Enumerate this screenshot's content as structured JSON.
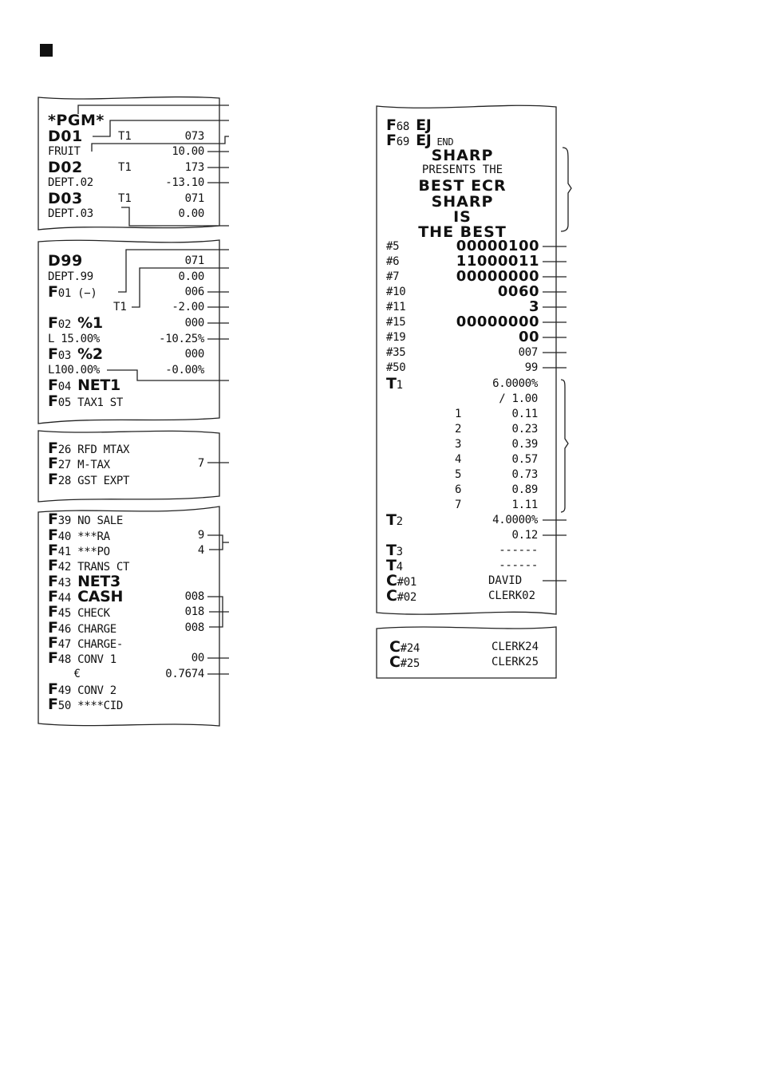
{
  "left": {
    "section1": [
      {
        "label_big": "*PGM*"
      },
      {
        "label_big": "D01",
        "mid": "T1",
        "value": "073"
      },
      {
        "label": "FRUIT",
        "value": "10.00"
      },
      {
        "label_big": "D02",
        "mid": "T1",
        "value": "173"
      },
      {
        "label": "DEPT.02",
        "value": "-13.10"
      },
      {
        "label_big": "D03",
        "mid": "T1",
        "value": "071"
      },
      {
        "label": "DEPT.03",
        "value": "0.00"
      }
    ],
    "section2": [
      {
        "label_big": "D99",
        "value": "071"
      },
      {
        "label": "DEPT.99",
        "value": "0.00"
      },
      {
        "f": "F",
        "fnum": "01",
        "label": " (−)",
        "value": "006"
      },
      {
        "mid": "T1",
        "value": "-2.00"
      },
      {
        "f": "F",
        "fnum": "02",
        "label_big": "%1",
        "value": "000"
      },
      {
        "label": "L 15.00%",
        "value": "-10.25%"
      },
      {
        "f": "F",
        "fnum": "03",
        "label_big": "%2",
        "value": "000"
      },
      {
        "label": "L100.00%",
        "value": "-0.00%"
      },
      {
        "f": "F",
        "fnum": "04",
        "label_big": "NET1"
      },
      {
        "f": "F",
        "fnum": "05",
        "label": "TAX1 ST"
      }
    ],
    "section3": [
      {
        "f": "F",
        "fnum": "26",
        "label": "RFD MTAX"
      },
      {
        "f": "F",
        "fnum": "27",
        "label": "M-TAX",
        "value": "7"
      },
      {
        "f": "F",
        "fnum": "28",
        "label": "GST EXPT"
      }
    ],
    "section4": [
      {
        "f": "F",
        "fnum": "39",
        "label": "NO SALE"
      },
      {
        "f": "F",
        "fnum": "40",
        "label": "***RA",
        "value": "9"
      },
      {
        "f": "F",
        "fnum": "41",
        "label": "***PO",
        "value": "4"
      },
      {
        "f": "F",
        "fnum": "42",
        "label": "TRANS CT"
      },
      {
        "f": "F",
        "fnum": "43",
        "label_big": "NET3"
      },
      {
        "f": "F",
        "fnum": "44",
        "label_big": "CASH",
        "value": "008"
      },
      {
        "f": "F",
        "fnum": "45",
        "label": "CHECK",
        "value": "018"
      },
      {
        "f": "F",
        "fnum": "46",
        "label": "CHARGE",
        "value": "008"
      },
      {
        "f": "F",
        "fnum": "47",
        "label": "CHARGE-"
      },
      {
        "f": "F",
        "fnum": "48",
        "label": "CONV 1",
        "value": "00"
      },
      {
        "label": "    €",
        "value": "0.7674"
      },
      {
        "f": "F",
        "fnum": "49",
        "label": "CONV 2"
      },
      {
        "f": "F",
        "fnum": "50",
        "label": "****CID"
      }
    ]
  },
  "right": {
    "header": [
      {
        "f": "F",
        "fnum": "68",
        "label_big": "EJ"
      },
      {
        "f": "F",
        "fnum": "69",
        "label_big": "EJ",
        "label": " END"
      }
    ],
    "message": [
      {
        "text": "SHARP",
        "style": "big"
      },
      {
        "text": "PRESENTS THE",
        "style": "small"
      },
      {
        "text": "BEST ECR",
        "style": "big"
      },
      {
        "text": "SHARP",
        "style": "big"
      },
      {
        "text": "IS",
        "style": "big"
      },
      {
        "text": "THE BEST",
        "style": "big"
      }
    ],
    "params": [
      {
        "label": "#5",
        "value": "00000100",
        "big": true
      },
      {
        "label": "#6",
        "value": "11000011",
        "big": true
      },
      {
        "label": "#7",
        "value": "00000000",
        "big": true
      },
      {
        "label": "#10",
        "value": "0060",
        "big": true
      },
      {
        "label": "#11",
        "value": "3",
        "big": true
      },
      {
        "label": "#15",
        "value": "00000000",
        "big": true
      },
      {
        "label": "#19",
        "value": "00",
        "big": true
      },
      {
        "label": "#35",
        "value": "007"
      },
      {
        "label": "#50",
        "value": "99"
      }
    ],
    "tax": [
      {
        "t": "T",
        "tnum": "1",
        "value": "6.0000%"
      },
      {
        "value": "/ 1.00"
      },
      {
        "mid": "1",
        "value": "0.11"
      },
      {
        "mid": "2",
        "value": "0.23"
      },
      {
        "mid": "3",
        "value": "0.39"
      },
      {
        "mid": "4",
        "value": "0.57"
      },
      {
        "mid": "5",
        "value": "0.73"
      },
      {
        "mid": "6",
        "value": "0.89"
      },
      {
        "mid": "7",
        "value": "1.11"
      },
      {
        "t": "T",
        "tnum": "2",
        "value": "4.0000%"
      },
      {
        "value": "0.12"
      },
      {
        "t": "T",
        "tnum": "3",
        "value": "------"
      },
      {
        "t": "T",
        "tnum": "4",
        "value": "------"
      },
      {
        "t": "C",
        "tnum": "#01",
        "value": "DAVID"
      },
      {
        "t": "C",
        "tnum": "#02",
        "value": "CLERK02"
      }
    ],
    "clerks": [
      {
        "t": "C",
        "tnum": "#24",
        "value": "CLERK24"
      },
      {
        "t": "C",
        "tnum": "#25",
        "value": "CLERK25"
      }
    ]
  }
}
